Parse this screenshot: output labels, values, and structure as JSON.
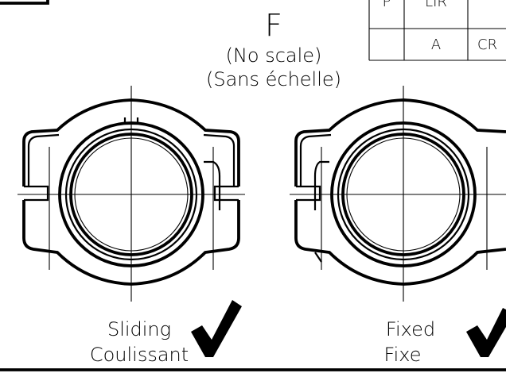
{
  "view_letter": "F",
  "scale_note": {
    "en": "(No scale)",
    "fr": "(Sans échelle)"
  },
  "table": {
    "rows": [
      [
        "P",
        "LIR",
        ""
      ],
      [
        "",
        "A",
        "CR"
      ]
    ]
  },
  "clamps": [
    {
      "id": "sliding",
      "label_en": "Sliding",
      "label_fr": "Coulissant",
      "check": "check-icon"
    },
    {
      "id": "fixed",
      "label_en": "Fixed",
      "label_fr": "Fixe",
      "check": "check-icon"
    }
  ]
}
